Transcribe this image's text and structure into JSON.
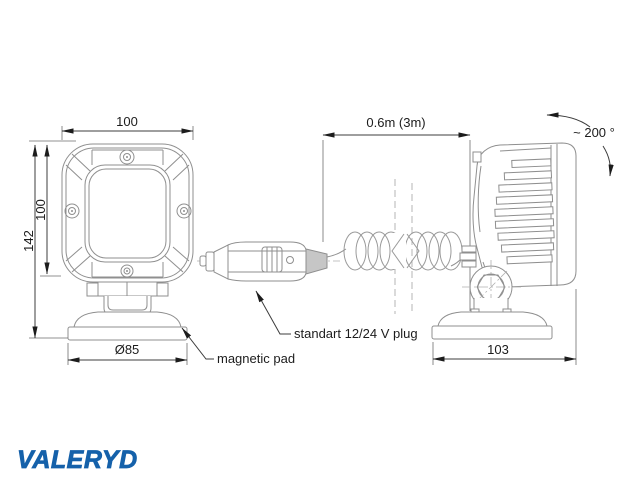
{
  "drawing": {
    "front_view": {
      "width_mm": "100",
      "body_height_mm": "100",
      "total_height_mm": "142",
      "pad_diameter": "Ø85"
    },
    "side_view": {
      "depth_mm": "103",
      "rotation_angle": "~ 200 °"
    },
    "cable": {
      "length": "0.6m (3m)",
      "plug_label": "standart 12/24 V plug"
    },
    "pad_label": "magnetic pad"
  },
  "branding": {
    "logo_text": "VALERYD"
  },
  "colors": {
    "background": "#ffffff",
    "drawing_line": "#8f8f8f",
    "dimension_line": "#3c3c3c",
    "text": "#1c1c1c",
    "logo_blue": "#1561aa"
  }
}
